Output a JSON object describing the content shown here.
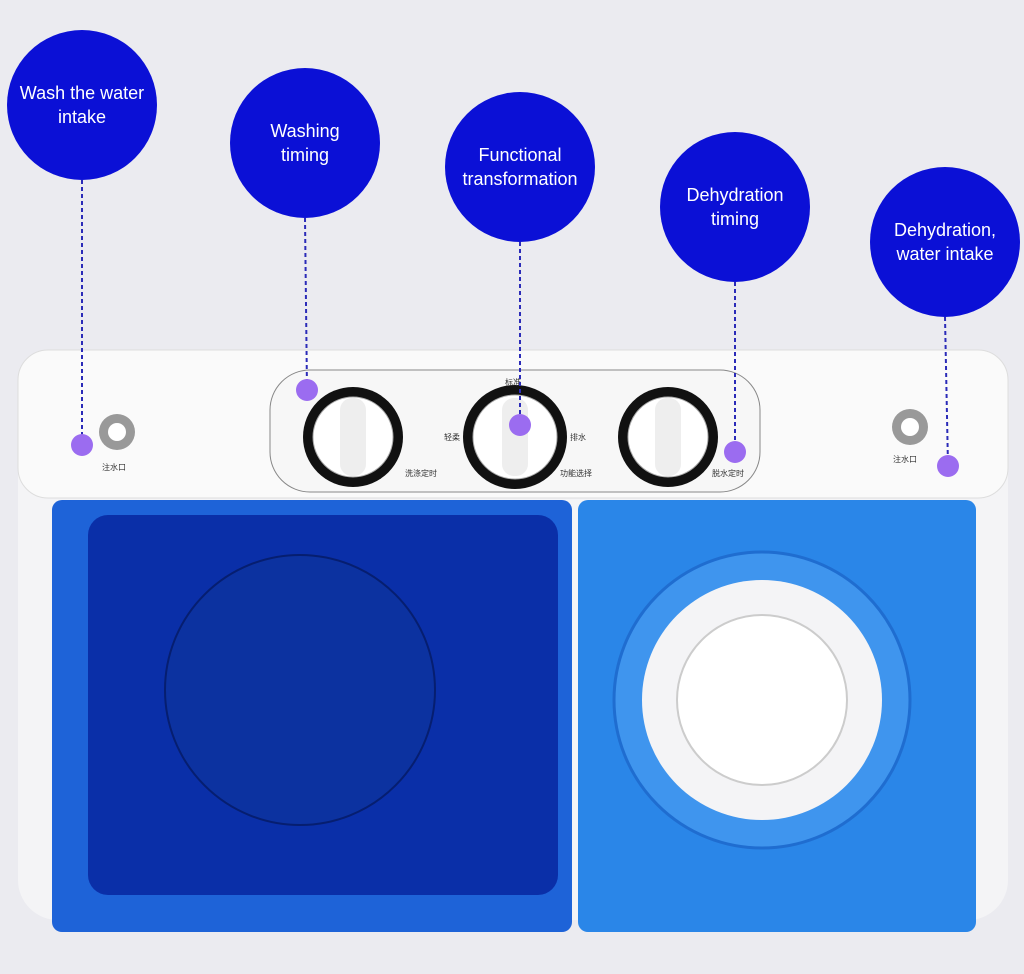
{
  "colors": {
    "callout": "#0b10d6",
    "marker": "#9b6cf0",
    "wash_tub": "#0a2fa8",
    "spin_tub": "#2a86e8",
    "panel": "#fafafa"
  },
  "callouts": [
    {
      "label": "Wash the water intake"
    },
    {
      "label": "Washing timing"
    },
    {
      "label": "Functional transformation"
    },
    {
      "label": "Dehydration timing"
    },
    {
      "label": "Dehydration, water intake"
    }
  ],
  "panel": {
    "left_inlet": "注水口",
    "right_inlet": "注水口",
    "wash_timer": "洗涤定时",
    "function_select": "功能选择",
    "spin_timer": "脱水定时",
    "mode_top": "标准",
    "mode_left": "轻柔",
    "mode_right": "排水"
  }
}
